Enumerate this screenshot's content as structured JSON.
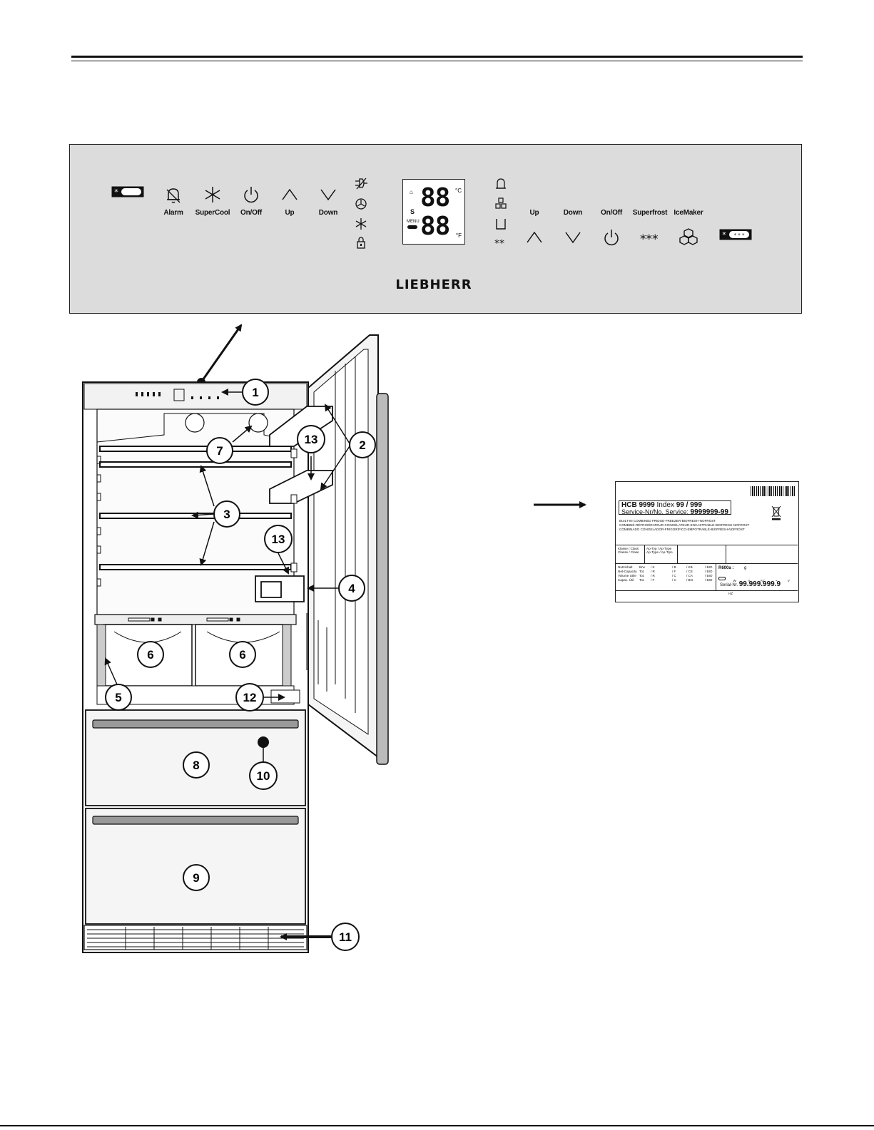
{
  "panel": {
    "left_controls": [
      {
        "label": "Alarm",
        "icon": "bell-icon"
      },
      {
        "label": "SuperCool",
        "icon": "snowflake-icon"
      },
      {
        "label": "On/Off",
        "icon": "power-icon"
      },
      {
        "label": "Up",
        "icon": "chevron-up-icon"
      },
      {
        "label": "Down",
        "icon": "chevron-down-icon"
      }
    ],
    "display": {
      "top_digits": "88",
      "bottom_digits": "88",
      "unit_top": "°C",
      "unit_bottom": "°F",
      "s_label": "S",
      "menu_label": "MENU"
    },
    "right_controls": [
      {
        "label": "Up",
        "icon": "chevron-up-icon"
      },
      {
        "label": "Down",
        "icon": "chevron-down-icon"
      },
      {
        "label": "On/Off",
        "icon": "power-icon"
      },
      {
        "label": "Superfrost",
        "icon": "superfrost-icon"
      },
      {
        "label": "IceMaker",
        "icon": "ice-cubes-icon"
      }
    ],
    "brand": "LIEBHERR"
  },
  "callouts": [
    "1",
    "2",
    "3",
    "4",
    "5",
    "6",
    "6",
    "7",
    "8",
    "9",
    "10",
    "11",
    "12",
    "13",
    "13"
  ],
  "rating_label": {
    "model_prefix": "HCB 9999",
    "index_label": "Index",
    "index_value": "99 / 999",
    "service_label": "Service-Nr/No, Service:",
    "service_value": "9999999-99",
    "desc_lines": [
      "BUILT-IN COMBINED FRIDGE-FREEZER-BIOFRESH-NOFROST",
      "COMBINÉ-RÉFRIGÉRATEUR-CONGÉLATEUR-ENCASTRABLE-BIOFRESH-NOFROST",
      "COMBINADO CONGELADOR-FRIGORÍFICO-EMPOTRABLE-BIOFRESH-NOFROST"
    ],
    "klasse": "Klasse / Class\nClasse / Clase",
    "ap_typ": "Ap-Typ / Ap-Type\nAp-Type / Ap-Tipo",
    "rows": [
      {
        "label": "Nutzinhalt",
        "unit": "Brw",
        "c1": "/ K",
        "c2": "/ B",
        "c3": "/ KB",
        "c4": "/ BIO"
      },
      {
        "label": "Net-Capacity",
        "unit": "Tot.",
        "c1": "/ R",
        "c2": "/ F",
        "c3": "/ CE",
        "c4": "/ BIO"
      },
      {
        "label": "Volume Utile",
        "unit": "Tot.",
        "c1": "/ R",
        "c2": "/ C",
        "c3": "/ CA",
        "c4": "/ BIO"
      },
      {
        "label": "Capac. Útil",
        "unit": "Tot.",
        "c1": "/ F",
        "c2": "/ C",
        "c3": "/ BO",
        "c4": "/ BIO"
      }
    ],
    "refrigerant": "R600a :",
    "refrigerant_unit": "g",
    "electric_units": [
      "W",
      "A",
      "AC",
      "~",
      "V",
      "HZ"
    ],
    "serial_label": "Serial-Nr.",
    "serial_value": "99.999.999.9"
  }
}
